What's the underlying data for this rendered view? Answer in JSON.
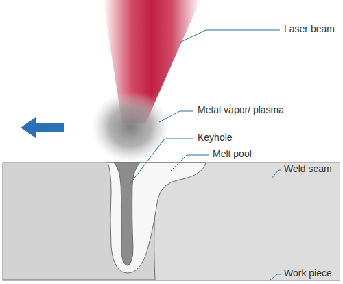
{
  "diagram": {
    "labels": [
      "Laser beam",
      "Metal vapor/ plasma",
      "Keyhole",
      "Melt pool",
      "Weld seam",
      "Work piece"
    ]
  }
}
